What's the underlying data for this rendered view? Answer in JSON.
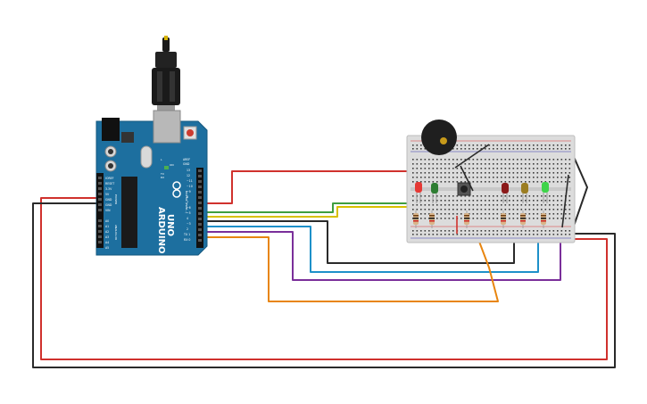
{
  "board": {
    "brand": "ARDUINO",
    "model": "UNO",
    "digital_label": "DIGITAL (PWM~)",
    "power_label": "POWER",
    "analog_label": "ANALOG IN",
    "on_label": "ON",
    "tx_label": "TX",
    "rx_label": "RX",
    "l_label": "L",
    "aref_label": "AREF",
    "gnd_label": "GND",
    "ioref_label": "IOREF",
    "reset_label": "RESET",
    "v33_label": "3.3V",
    "v5_label": "5V",
    "vin_label": "VIN",
    "pin_labels_digital": [
      "13",
      "12",
      "~11",
      "~10",
      "~9",
      "8",
      "7",
      "~6",
      "~5",
      "4",
      "~3",
      "2",
      "TX 1",
      "RX 0"
    ],
    "pin_labels_analog": [
      "A0",
      "A1",
      "A2",
      "A3",
      "A4",
      "A5"
    ]
  },
  "colors": {
    "board": "#1d6f9f",
    "breadboard": "#dcdcdc",
    "wire_red": "#d0312d",
    "wire_black": "#2a2a2a",
    "wire_green": "#3f9e3f",
    "wire_yellow": "#d8c000",
    "wire_blue": "#1e90c9",
    "wire_purple": "#7a2f9a",
    "wire_orange": "#e8850f"
  },
  "components": {
    "leds": [
      "red-led",
      "green-led",
      "red-led-2",
      "yellow-led",
      "green-led-2"
    ],
    "buzzer": "piezo-buzzer",
    "button": "pushbutton",
    "resistors": 6
  }
}
